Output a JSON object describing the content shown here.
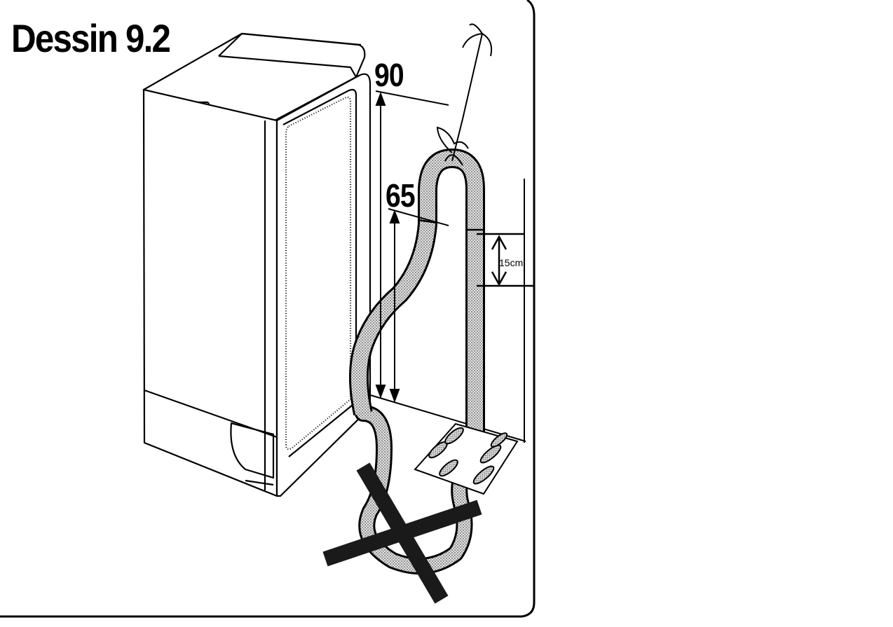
{
  "figure": {
    "title": "Dessin 9.2",
    "labels": {
      "height_max": "90",
      "height_min": "65",
      "loop_drop": "15cm"
    },
    "icons": {
      "machine": "top-loader-washing-machine-icon",
      "hose": "drain-hose-icon",
      "drain": "floor-drain-icon",
      "forbidden": "cross-mark-icon"
    },
    "colors": {
      "ink": "#000000",
      "hose_fill": "#bdbdbd",
      "background": "#ffffff"
    }
  }
}
